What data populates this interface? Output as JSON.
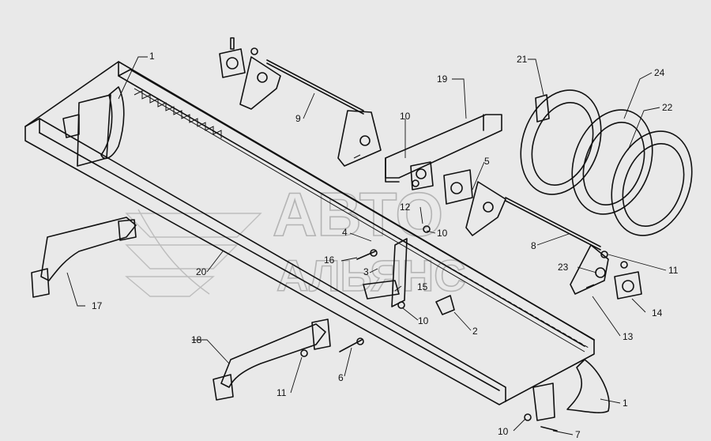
{
  "watermark": {
    "line1": "АВТО",
    "line2": "АЛЬЯНС"
  },
  "callouts": [
    {
      "id": "c1a",
      "text": "1"
    },
    {
      "id": "c1b",
      "text": "1"
    },
    {
      "id": "c2",
      "text": "2"
    },
    {
      "id": "c3",
      "text": "3"
    },
    {
      "id": "c4",
      "text": "4"
    },
    {
      "id": "c5",
      "text": "5"
    },
    {
      "id": "c6",
      "text": "6"
    },
    {
      "id": "c7",
      "text": "7"
    },
    {
      "id": "c8",
      "text": "8"
    },
    {
      "id": "c9",
      "text": "9"
    },
    {
      "id": "c10a",
      "text": "10"
    },
    {
      "id": "c10b",
      "text": "10"
    },
    {
      "id": "c10c",
      "text": "10"
    },
    {
      "id": "c10d",
      "text": "10"
    },
    {
      "id": "c11a",
      "text": "11"
    },
    {
      "id": "c11b",
      "text": "11"
    },
    {
      "id": "c12",
      "text": "12"
    },
    {
      "id": "c13",
      "text": "13"
    },
    {
      "id": "c14",
      "text": "14"
    },
    {
      "id": "c15",
      "text": "15"
    },
    {
      "id": "c16",
      "text": "16"
    },
    {
      "id": "c17",
      "text": "17"
    },
    {
      "id": "c18",
      "text": "18"
    },
    {
      "id": "c19",
      "text": "19"
    },
    {
      "id": "c20",
      "text": "20"
    },
    {
      "id": "c21",
      "text": "21"
    },
    {
      "id": "c22",
      "text": "22"
    },
    {
      "id": "c23",
      "text": "23"
    },
    {
      "id": "c24",
      "text": "24"
    }
  ]
}
